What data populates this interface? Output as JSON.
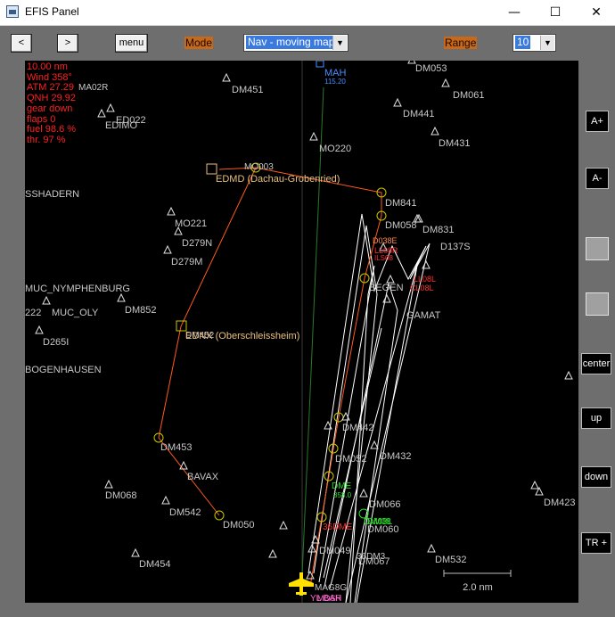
{
  "window": {
    "title": "EFIS Panel",
    "minimize": "—",
    "maximize": "☐",
    "close": "✕"
  },
  "toolbar": {
    "prev_label": "<",
    "next_label": ">",
    "menu_label": "menu",
    "mode_label": "Mode",
    "mode_value": "Nav - moving map",
    "range_label": "Range",
    "range_value": "10"
  },
  "sidebar": {
    "a_plus": "A+",
    "a_minus": "A-",
    "center": "center",
    "up": "up",
    "down": "down",
    "tr_plus": "TR +"
  },
  "status": {
    "range": "10.00 nm",
    "wind": "Wind 358°",
    "atm": "ATM 27.29",
    "qnh": "QNH 29.92",
    "gear": "gear down",
    "flaps": "flaps 0",
    "fuel": "fuel 98.6 %",
    "thr": "thr. 97 %"
  },
  "scale": {
    "label": "2.0 nm"
  },
  "colors": {
    "map_bg": "#000000",
    "route": "#ff5a1e",
    "waypoint": "#c8c800",
    "aircraft": "#ffe000",
    "vor": "#4a8cff",
    "text_gray": "#c8c8c8"
  },
  "map": {
    "labels": [
      {
        "t": "DM451"
      },
      {
        "t": "DM053"
      },
      {
        "t": "DM061"
      },
      {
        "t": "DM441"
      },
      {
        "t": "DM431"
      },
      {
        "t": "MO220"
      },
      {
        "t": "EDIMO"
      },
      {
        "t": "ED022"
      },
      {
        "t": "MO003"
      },
      {
        "t": "EDMD (Dachau-Grobenried)"
      },
      {
        "t": "DM841"
      },
      {
        "t": "DM058"
      },
      {
        "t": "D038E"
      },
      {
        "t": "DM831"
      },
      {
        "t": "D137S"
      },
      {
        "t": "MO221"
      },
      {
        "t": "D279N"
      },
      {
        "t": "D279M"
      },
      {
        "t": "SSHADERN"
      },
      {
        "t": "MUC_NYMPHENBURG"
      },
      {
        "t": "MUC_OLY"
      },
      {
        "t": "222"
      },
      {
        "t": "DM852"
      },
      {
        "t": "D265I"
      },
      {
        "t": "DM452"
      },
      {
        "t": "EDNX (Oberschleissheim)"
      },
      {
        "t": "BOGENHAUSEN"
      },
      {
        "t": "BEGEN"
      },
      {
        "t": "CL08L"
      },
      {
        "t": "GAMAT"
      },
      {
        "t": "DM442"
      },
      {
        "t": "DM052"
      },
      {
        "t": "DM432"
      },
      {
        "t": "DM453"
      },
      {
        "t": "BAVAX"
      },
      {
        "t": "DM068"
      },
      {
        "t": "DM542"
      },
      {
        "t": "DM050"
      },
      {
        "t": "DM066"
      },
      {
        "t": "DM060"
      },
      {
        "t": "36DME"
      },
      {
        "t": "DM049"
      },
      {
        "t": "36DM3"
      },
      {
        "t": "DM067"
      },
      {
        "t": "DM423"
      },
      {
        "t": "DM454"
      },
      {
        "t": "DM532"
      },
      {
        "t": "MAH"
      },
      {
        "t": "115.20"
      },
      {
        "t": "DME"
      },
      {
        "t": "MAG8G"
      },
      {
        "t": "MOSR"
      },
      {
        "t": "DM08L"
      },
      {
        "t": "358.0"
      },
      {
        "t": "DM08"
      },
      {
        "t": "YL BAH"
      },
      {
        "t": "MA02R"
      },
      {
        "t": "LL08R"
      },
      {
        "t": "LL08L"
      },
      {
        "t": "ILS08"
      }
    ]
  }
}
